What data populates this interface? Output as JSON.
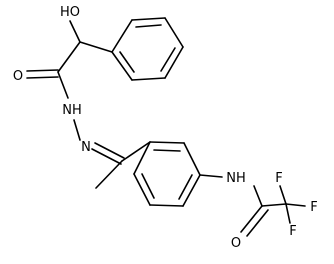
{
  "labels": {
    "hydroxyl": "HO",
    "amide_carbonyl_o": "O",
    "hydrazide_nh": "NH",
    "imine_n": "N",
    "anilide_nh": "NH",
    "tfa_carbonyl_o": "O",
    "fluorine_1": "F",
    "fluorine_2": "F",
    "fluorine_3": "F"
  },
  "colors": {
    "bond": "#000000",
    "text": "#000000",
    "background": "#ffffff"
  }
}
